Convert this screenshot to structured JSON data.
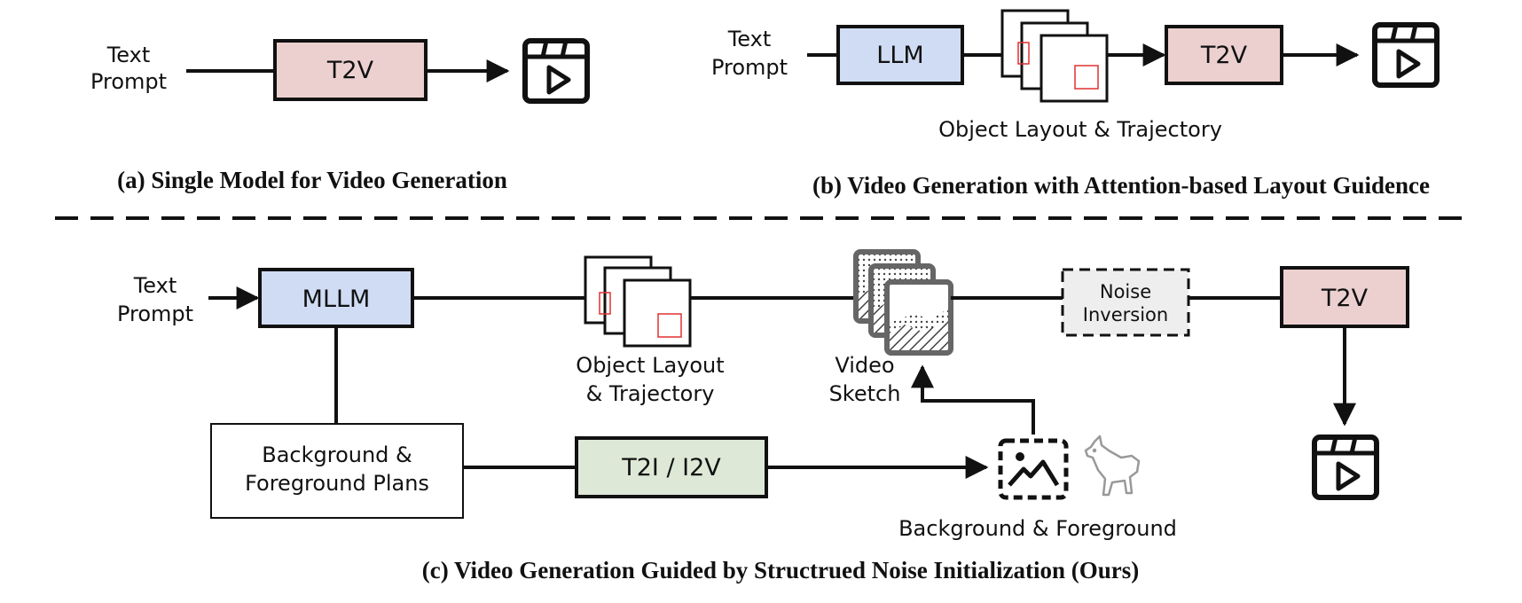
{
  "panel_a": {
    "input_label_line1": "Text",
    "input_label_line2": "Prompt",
    "model_label": "T2V",
    "caption": "(a) Single Model for Video Generation"
  },
  "panel_b": {
    "input_label_line1": "Text",
    "input_label_line2": "Prompt",
    "llm_label": "LLM",
    "model_label": "T2V",
    "layout_label": "Object Layout & Trajectory",
    "caption": "(b) Video Generation with Attention-based Layout Guidence"
  },
  "panel_c": {
    "input_label_line1": "Text",
    "input_label_line2": "Prompt",
    "mllm_label": "MLLM",
    "layout_label_line1": "Object Layout",
    "layout_label_line2": "& Trajectory",
    "sketch_label_line1": "Video",
    "sketch_label_line2": "Sketch",
    "noise_label_line1": "Noise",
    "noise_label_line2": "Inversion",
    "model_label": "T2V",
    "plans_label_line1": "Background &",
    "plans_label_line2": "Foreground Plans",
    "t2i_label": "T2I / I2V",
    "bgfg_label": "Background & Foreground",
    "caption": "(c)  Video Generation Guided by Structrued Noise Initialization (Ours)"
  },
  "colors": {
    "t2v_fill": "#ecd0cf",
    "llm_fill": "#cfdcf4",
    "t2i_fill": "#dde9d6",
    "noise_fill": "#eeeeee",
    "layout_box": "#e03030",
    "sketch_frame": "#666666"
  },
  "icons": {
    "video_output": "video-clapper-play-icon",
    "layout_frames": "layout-frames-icon",
    "video_sketch": "video-sketch-frames-icon",
    "background_image": "background-image-icon",
    "foreground_dog": "dog-outline-icon"
  }
}
